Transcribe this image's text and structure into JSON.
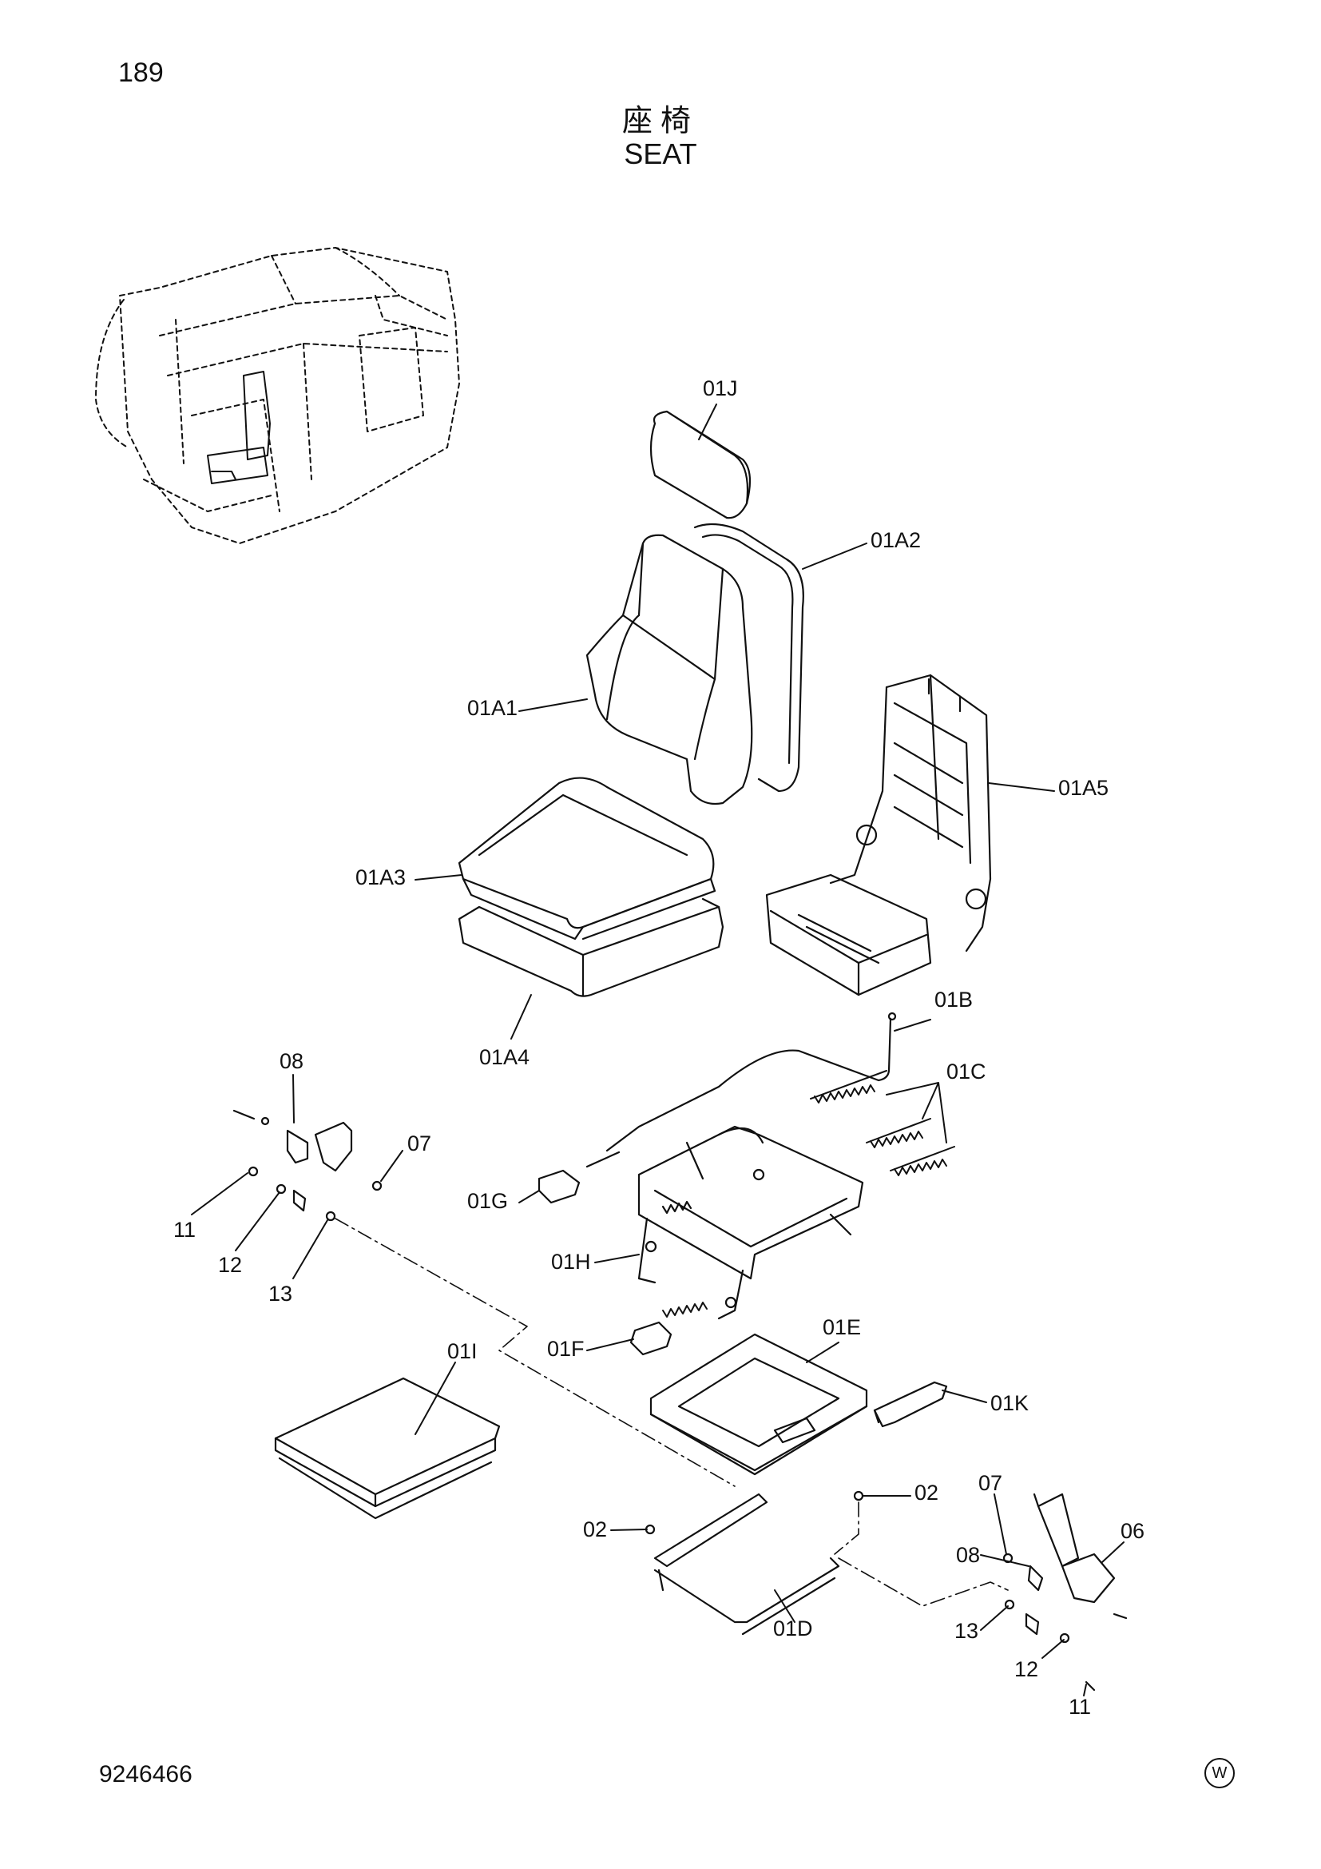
{
  "header": {
    "page_number": "189",
    "title_cjk": "座椅",
    "title_en": "SEAT"
  },
  "footer": {
    "doc_number": "9246466",
    "mark": "W"
  },
  "callouts": {
    "01J": "01J",
    "01A2": "01A2",
    "01A1": "01A1",
    "01A5": "01A5",
    "01A3": "01A3",
    "01A4": "01A4",
    "01B": "01B",
    "01C": "01C",
    "08a": "08",
    "07a": "07",
    "11a": "11",
    "12a": "12",
    "13a": "13",
    "01G": "01G",
    "01H": "01H",
    "01I": "01I",
    "01F": "01F",
    "01E": "01E",
    "01K": "01K",
    "02a": "02",
    "02b": "02",
    "01D": "01D",
    "07b": "07",
    "06": "06",
    "08b": "08",
    "13b": "13",
    "12b": "12",
    "11b": "11"
  }
}
